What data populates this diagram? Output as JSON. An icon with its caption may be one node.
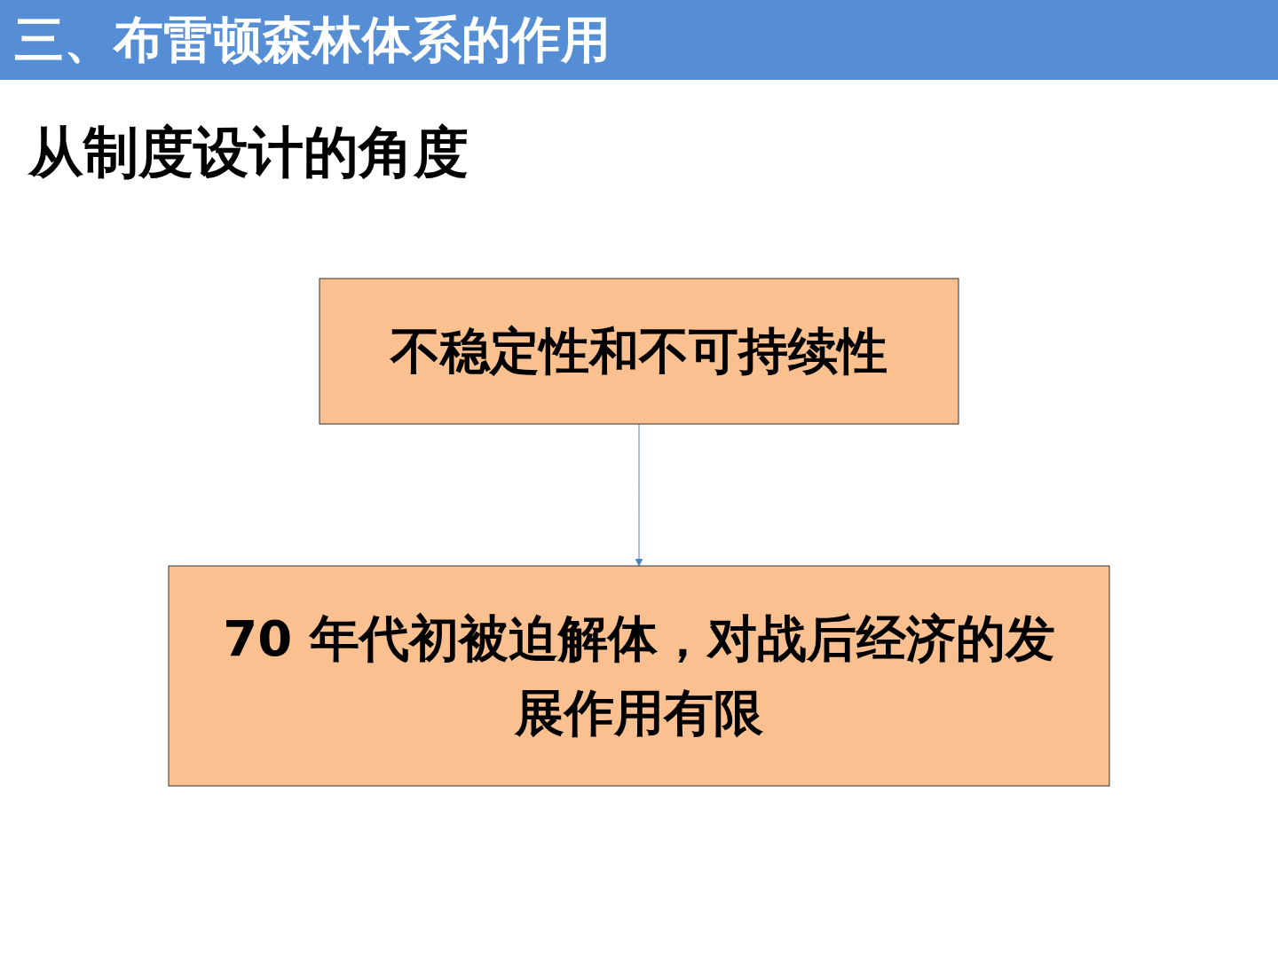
{
  "diagram": {
    "title": "三、布雷顿森林体系的作用",
    "nodes": [
      {
        "text": [
          "不稳定性和不可持续性"
        ]
      },
      {
        "text": [
          "70 年代初被迫解体，对战后经济的发展作用有限"
        ]
      }
    ],
    "edges": [
      {
        "from": 0,
        "to": 1,
        "arrow": "to",
        "color": "#4f81bd"
      }
    ],
    "labels": [
      "从制度设计的角度"
    ]
  }
}
